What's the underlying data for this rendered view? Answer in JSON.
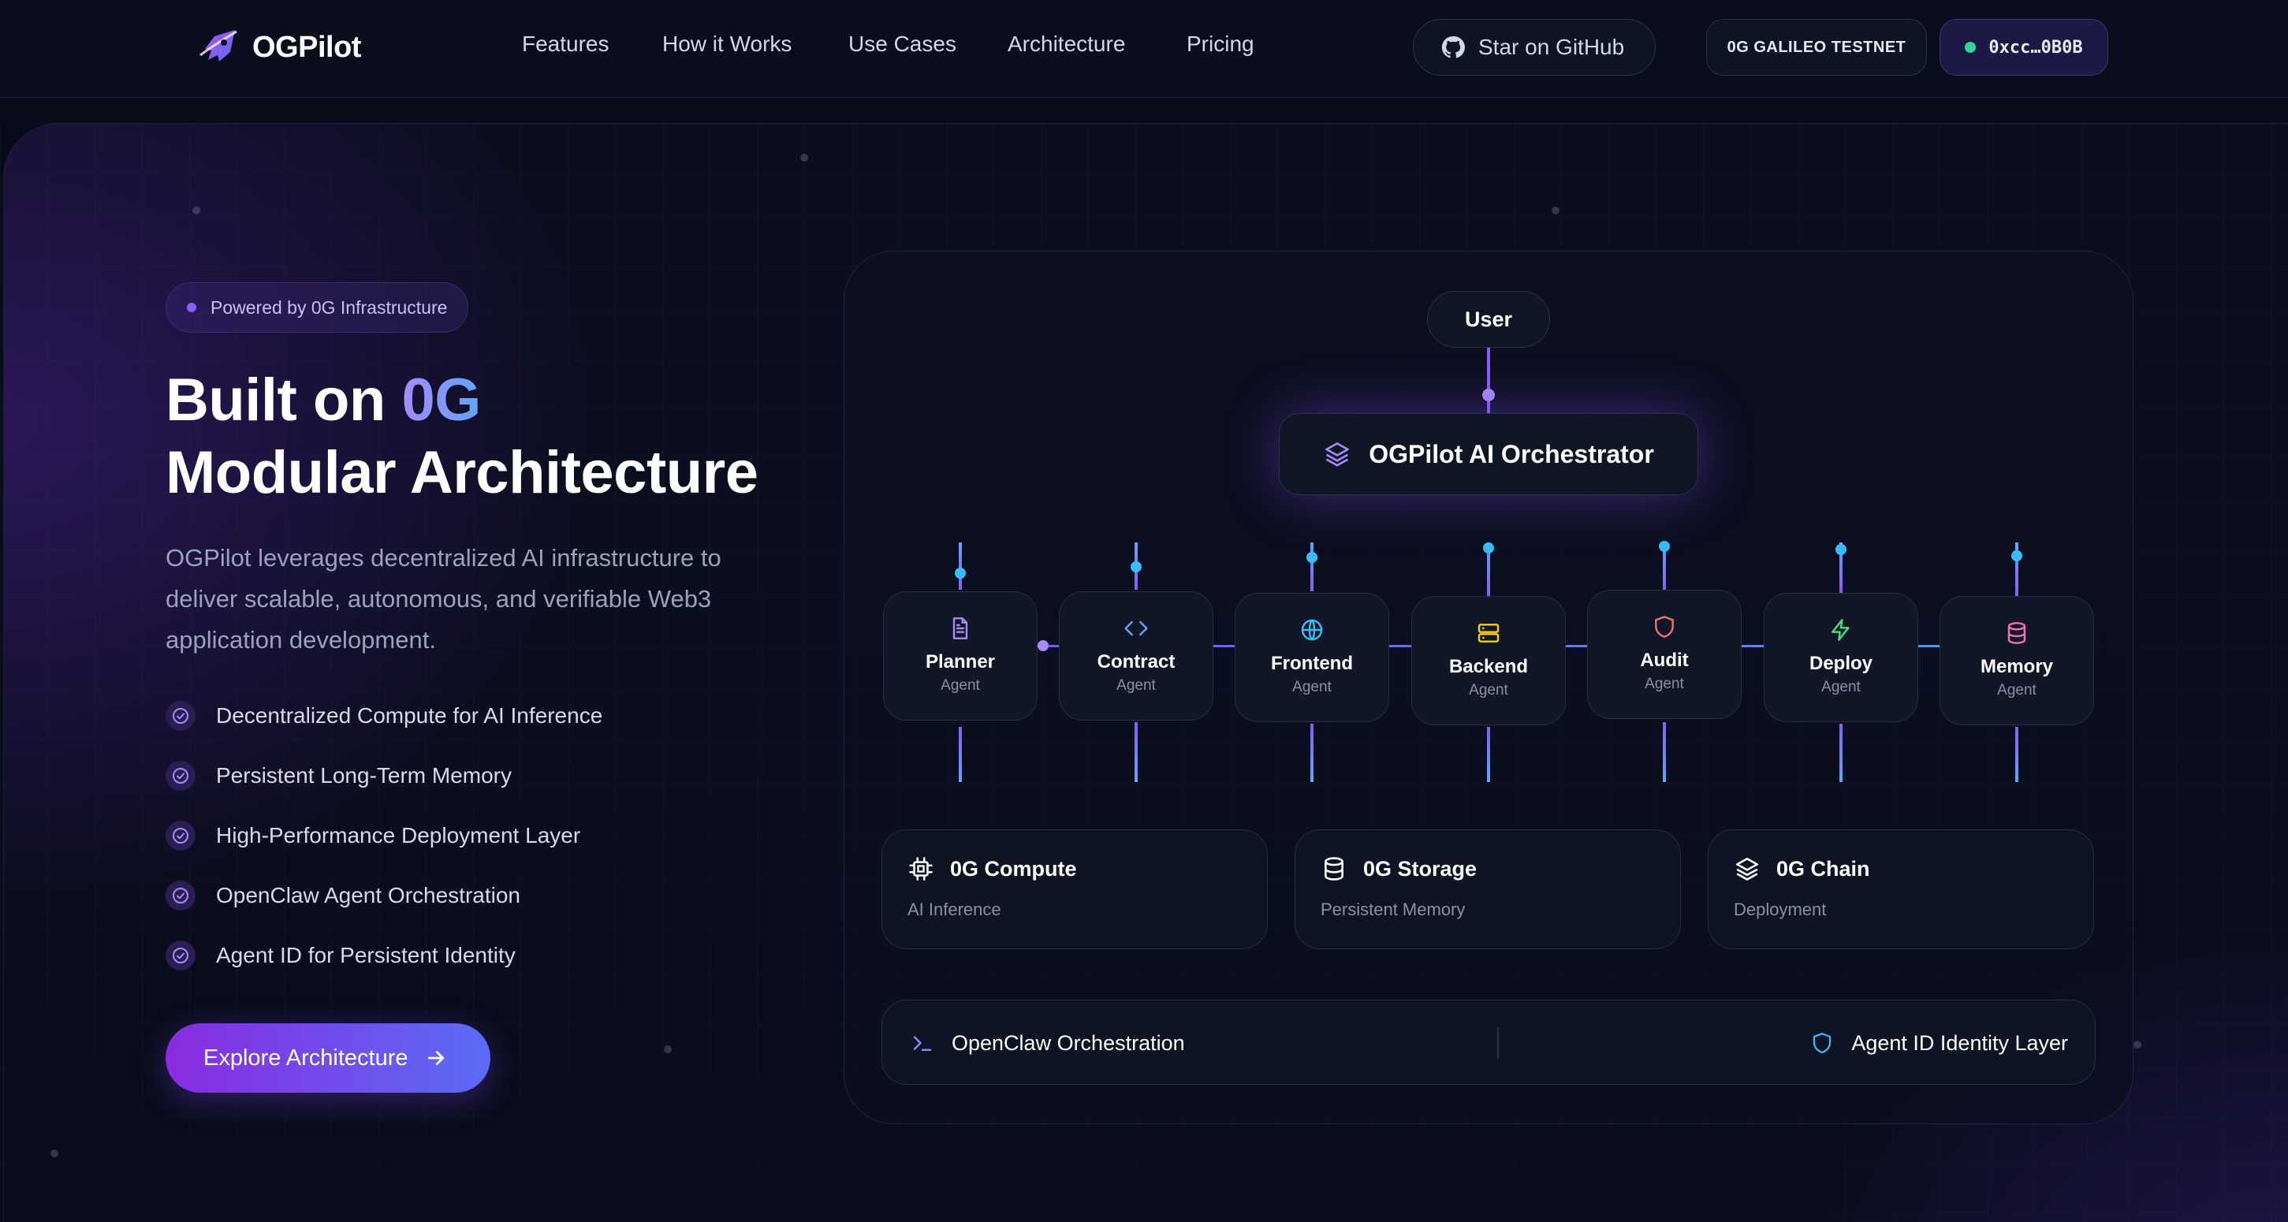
{
  "nav": {
    "brand": "OGPilot",
    "links": [
      "Features",
      "How it Works",
      "Use Cases",
      "Architecture",
      "Pricing"
    ],
    "github_label": "Star on GitHub",
    "network_label": "0G GALILEO TESTNET",
    "wallet_address": "0xcc…0B0B"
  },
  "hero": {
    "badge": "Powered by 0G Infrastructure",
    "title_line1_prefix": "Built on ",
    "title_line1_accent": "0G",
    "title_line2": "Modular Architecture",
    "description": "OGPilot leverages decentralized AI infrastructure to deliver scalable, autonomous, and verifiable Web3 application development.",
    "features": [
      "Decentralized Compute for AI Inference",
      "Persistent Long-Term Memory",
      "High-Performance Deployment Layer",
      "OpenClaw Agent Orchestration",
      "Agent ID for Persistent Identity"
    ],
    "cta_label": "Explore Architecture"
  },
  "diagram": {
    "user_label": "User",
    "orchestrator_label": "OGPilot AI Orchestrator",
    "agents": [
      {
        "name": "Planner",
        "sub": "Agent",
        "icon": "file-icon",
        "color": "#a78bfa"
      },
      {
        "name": "Contract",
        "sub": "Agent",
        "icon": "code-icon",
        "color": "#60a5fa"
      },
      {
        "name": "Frontend",
        "sub": "Agent",
        "icon": "globe-icon",
        "color": "#38bdf8"
      },
      {
        "name": "Backend",
        "sub": "Agent",
        "icon": "server-icon",
        "color": "#facc15"
      },
      {
        "name": "Audit",
        "sub": "Agent",
        "icon": "shield-icon",
        "color": "#f87171"
      },
      {
        "name": "Deploy",
        "sub": "Agent",
        "icon": "bolt-icon",
        "color": "#4ade80"
      },
      {
        "name": "Memory",
        "sub": "Agent",
        "icon": "database-icon",
        "color": "#f472b6"
      }
    ],
    "infra": [
      {
        "title": "0G Compute",
        "sub": "AI Inference",
        "icon": "chip-icon"
      },
      {
        "title": "0G Storage",
        "sub": "Persistent Memory",
        "icon": "database-icon"
      },
      {
        "title": "0G Chain",
        "sub": "Deployment",
        "icon": "layers-icon"
      }
    ],
    "bottom_left": "OpenClaw Orchestration",
    "bottom_right": "Agent ID Identity Layer"
  },
  "colors": {
    "accent_purple": "#8b5cf6",
    "accent_blue": "#5b6cf6",
    "wallet_status": "#34d399",
    "background": "#080b18"
  }
}
